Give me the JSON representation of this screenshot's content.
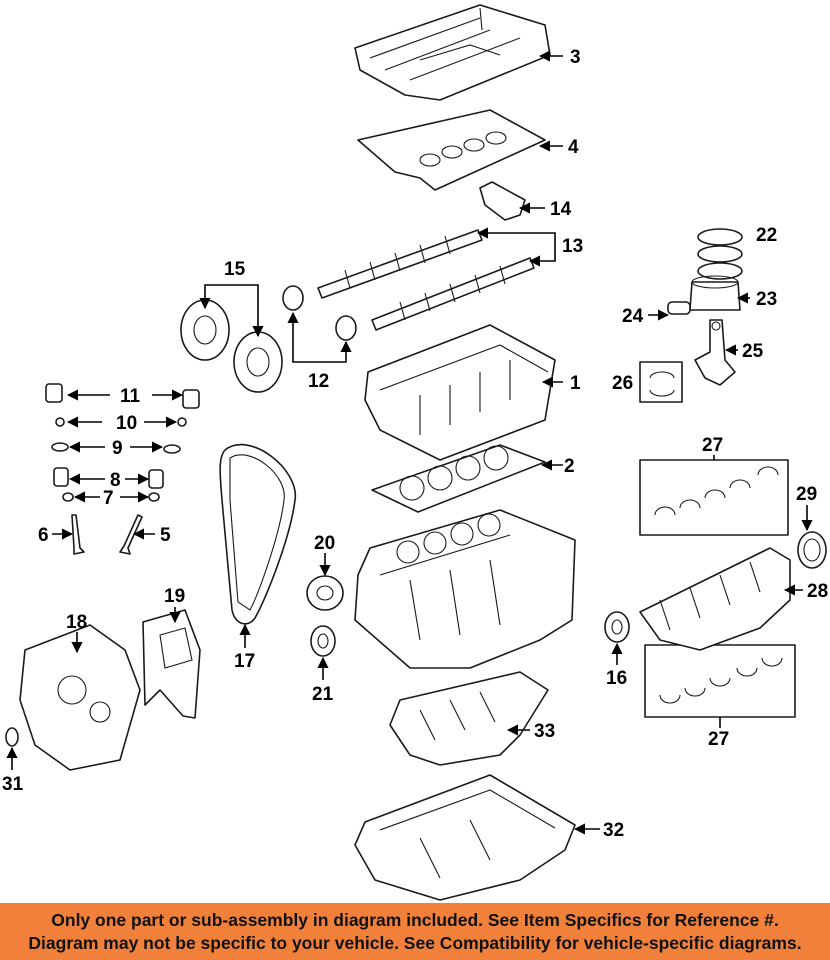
{
  "diagram": {
    "callouts": [
      "1",
      "2",
      "3",
      "4",
      "5",
      "6",
      "7",
      "8",
      "9",
      "10",
      "11",
      "12",
      "13",
      "14",
      "15",
      "16",
      "17",
      "18",
      "19",
      "20",
      "21",
      "22",
      "23",
      "24",
      "25",
      "26",
      "27",
      "28",
      "29",
      "31",
      "32",
      "33"
    ]
  },
  "footer": {
    "line1": "Only one part or sub-assembly in diagram included. See Item Specifics for Reference #.",
    "line2": "Diagram may not be specific to your vehicle. See Compatibility for vehicle-specific diagrams."
  },
  "colors": {
    "footer_background": "#f0803a",
    "line_art": "#1a1a1a",
    "background": "#ffffff"
  }
}
